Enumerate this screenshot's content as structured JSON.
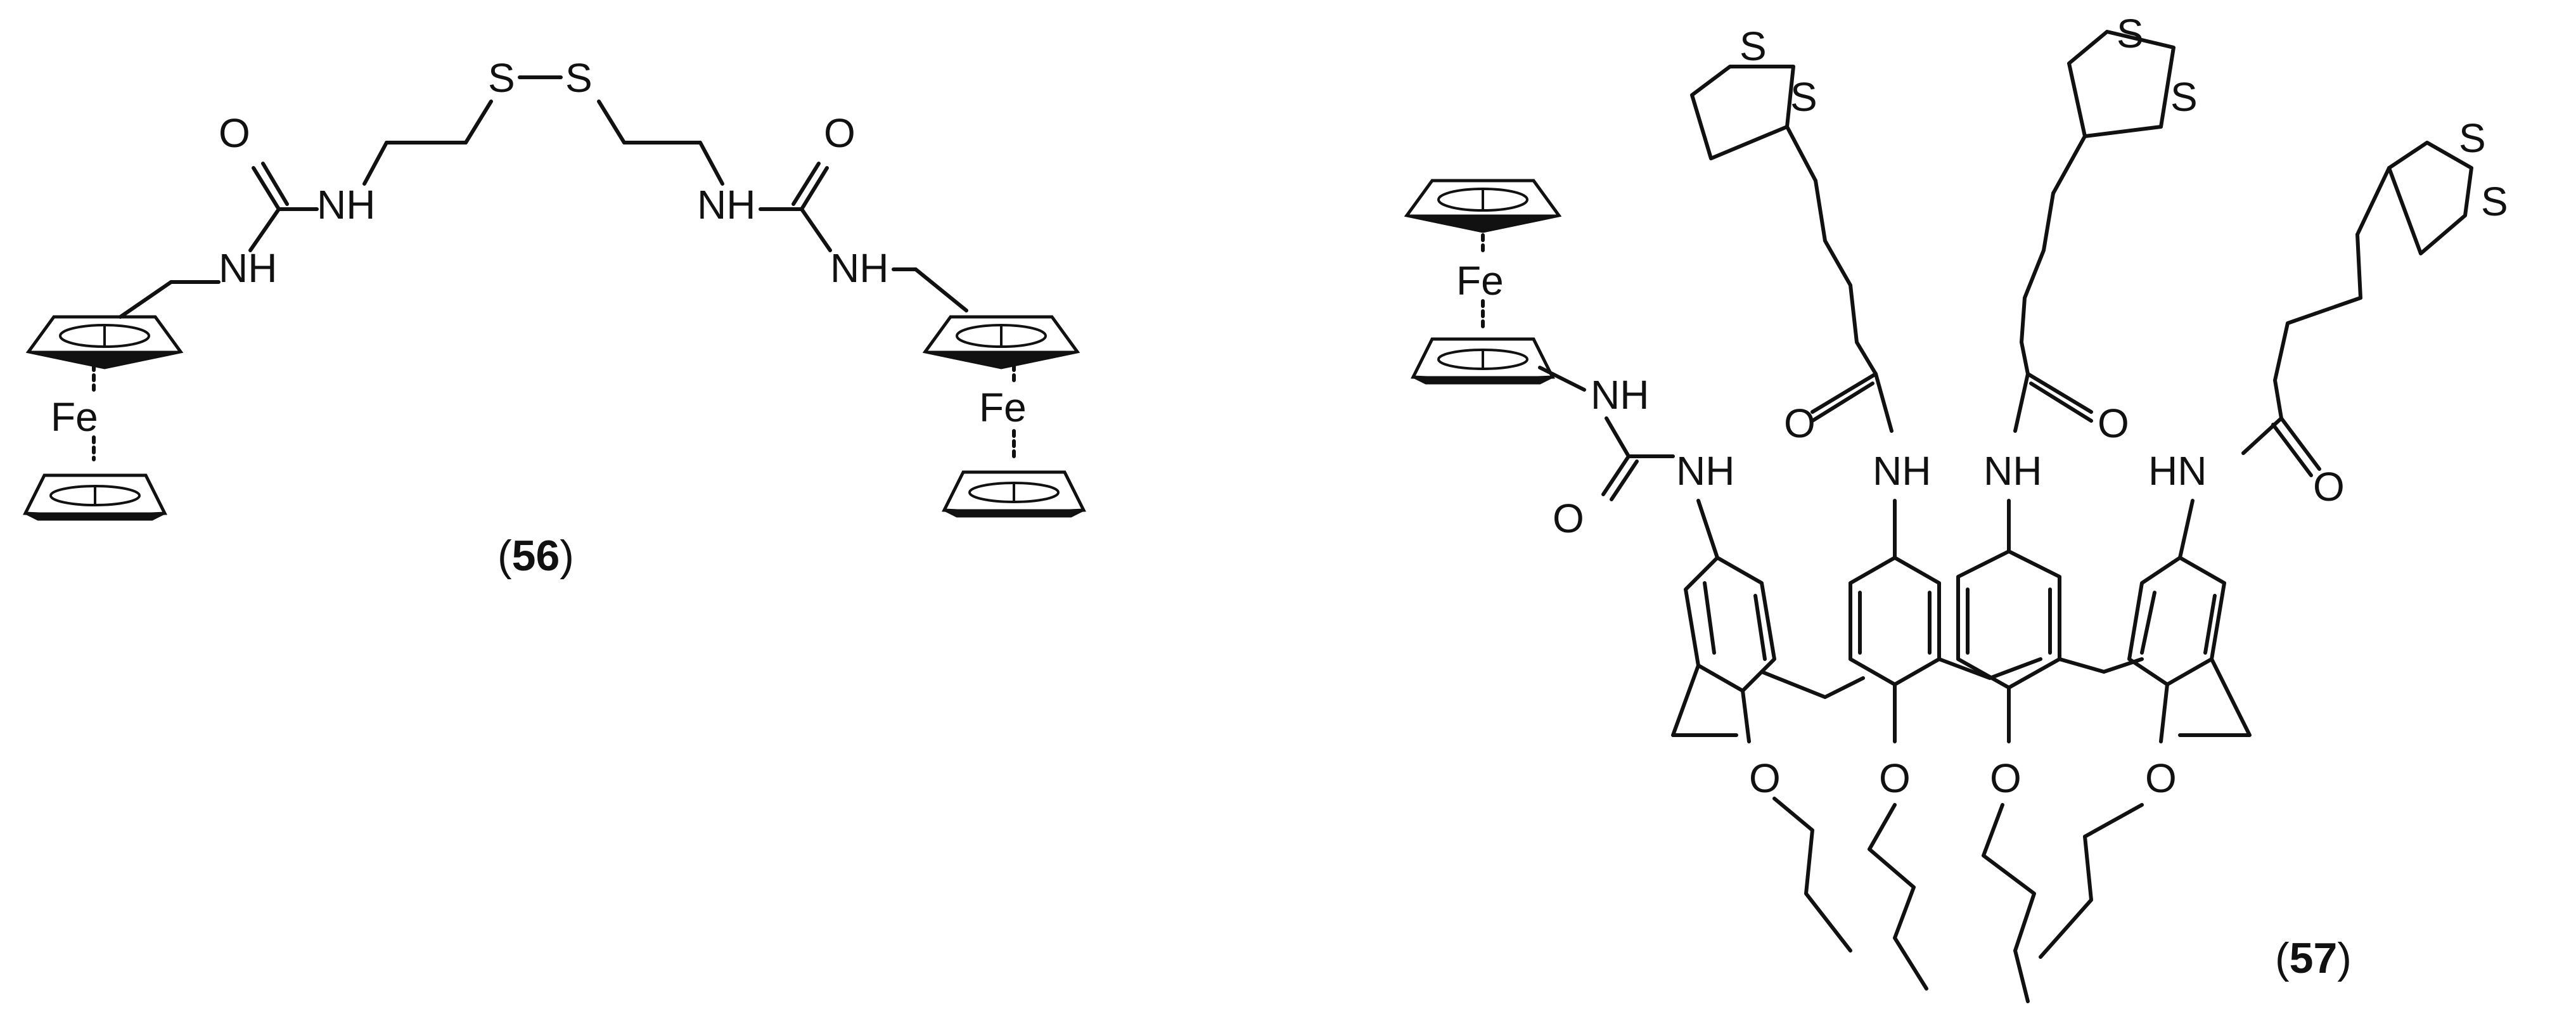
{
  "compounds": [
    {
      "label_open": "(",
      "label_number": "56",
      "label_close": ")"
    },
    {
      "label_open": "(",
      "label_number": "57",
      "label_close": ")"
    }
  ],
  "atoms": {
    "fe": "Fe",
    "nh": "NH",
    "hn": "HN",
    "o": "O",
    "s": "S"
  }
}
